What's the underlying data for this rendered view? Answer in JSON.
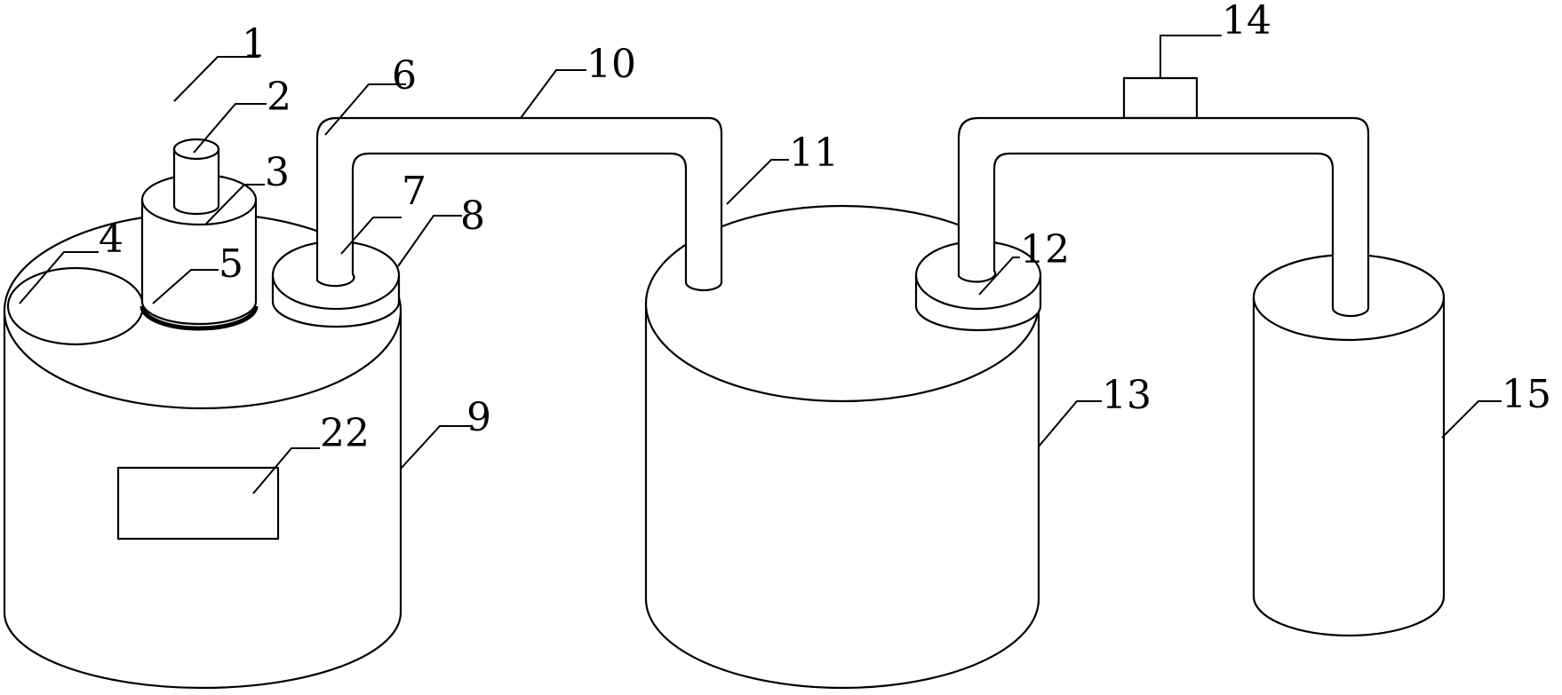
{
  "labels": {
    "l1": "1",
    "l2": "2",
    "l3": "3",
    "l4": "4",
    "l5": "5",
    "l6": "6",
    "l7": "7",
    "l8": "8",
    "l9": "9",
    "l10": "10",
    "l11": "11",
    "l12": "12",
    "l13": "13",
    "l14": "14",
    "l15": "15",
    "l22": "22"
  }
}
